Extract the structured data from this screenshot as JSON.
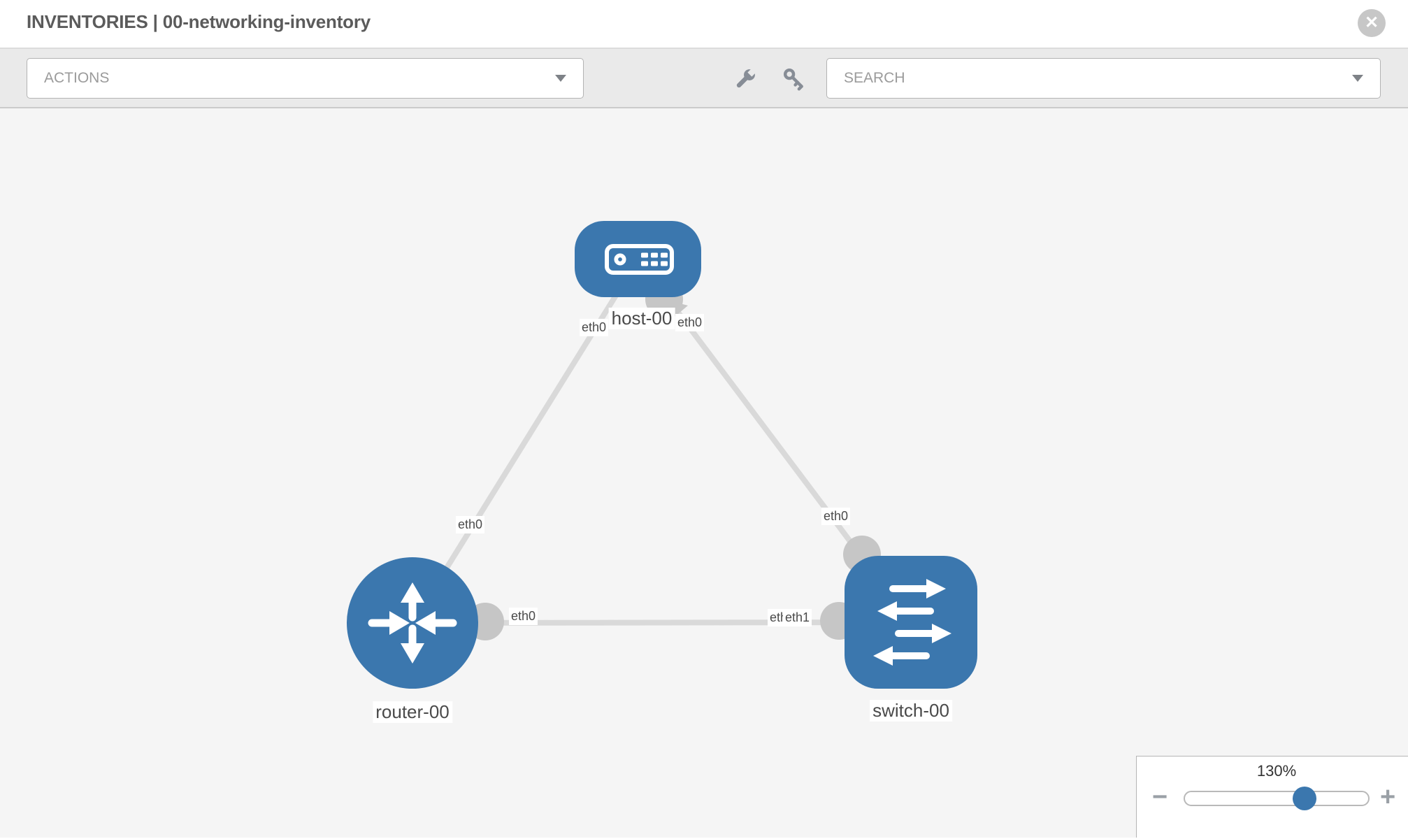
{
  "header": {
    "title": "INVENTORIES | 00-networking-inventory"
  },
  "toolbar": {
    "actions_label": "ACTIONS",
    "search_label": "SEARCH",
    "wrench_icon": "wrench",
    "key_icon": "key"
  },
  "icons": {
    "close": "✕",
    "zoom_out": "−",
    "zoom_in": "+"
  },
  "colors": {
    "node_blue": "#3b77ae",
    "interface_gray": "#c6c6c6",
    "link_gray": "#d9d9d9",
    "canvas_bg": "#f5f5f5",
    "toolbar_bg": "#eaeaea"
  },
  "topology": {
    "nodes": [
      {
        "name": "host-00",
        "type": "host"
      },
      {
        "name": "router-00",
        "type": "router"
      },
      {
        "name": "switch-00",
        "type": "switch"
      }
    ],
    "links": [
      {
        "from": "host-00",
        "to": "router-00",
        "from_interface": "eth0",
        "to_interface": "eth0"
      },
      {
        "from": "host-00",
        "to": "switch-00",
        "from_interface": "eth0",
        "to_interface": "eth0"
      },
      {
        "from": "router-00",
        "to": "switch-00",
        "from_interface": "eth0",
        "to_interface": "eth1"
      }
    ]
  },
  "zoom_control": {
    "level": "130%"
  }
}
